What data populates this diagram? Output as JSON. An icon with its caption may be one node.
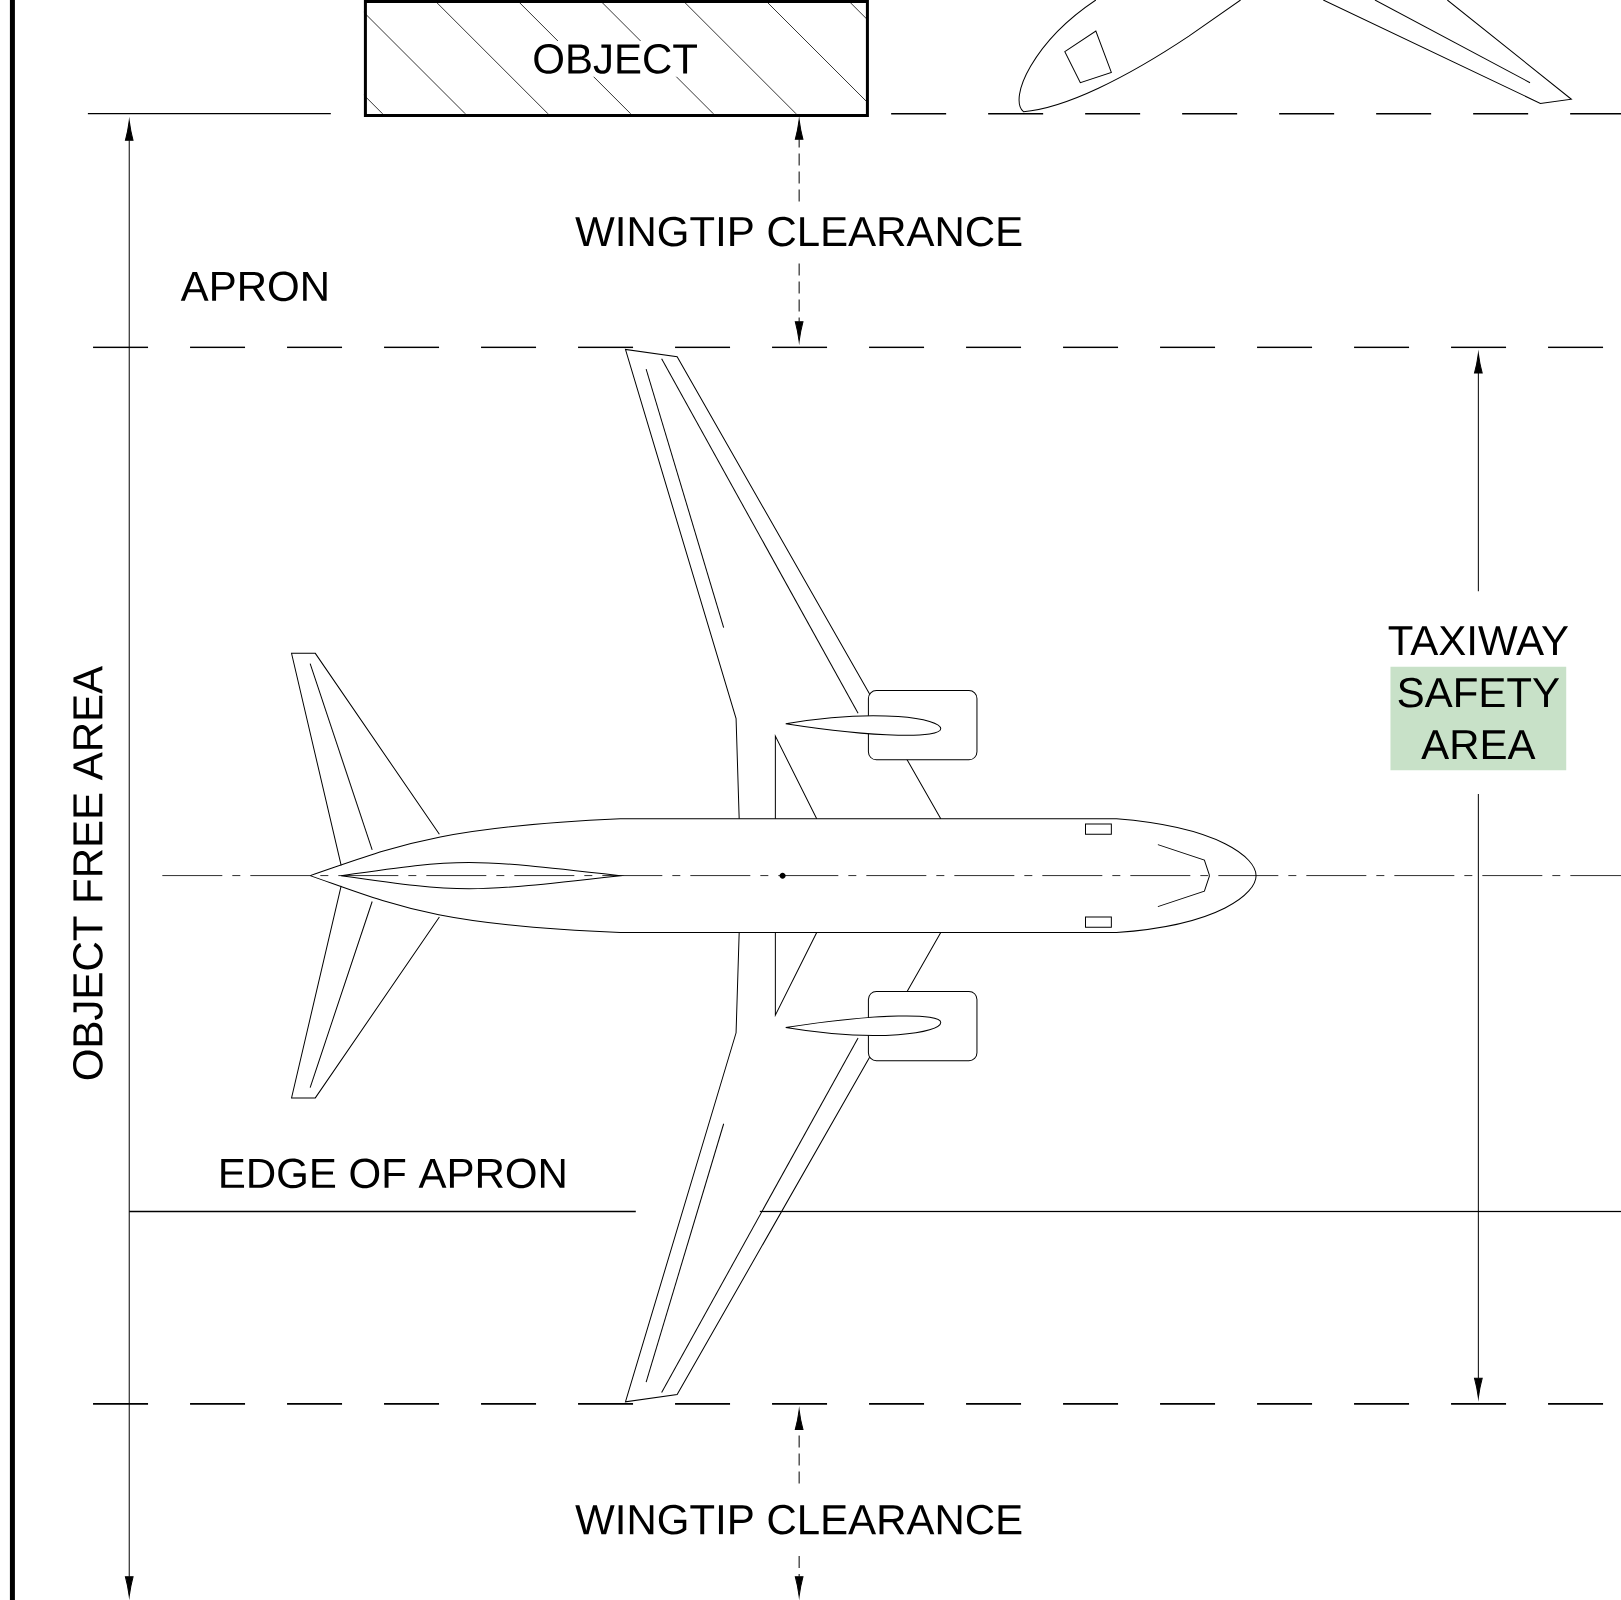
{
  "diagram": {
    "nodes": [
      {
        "text": [
          "OBJECT"
        ]
      }
    ],
    "labels": [
      "WINGTIP CLEARANCE",
      "APRON",
      "TAXIWAY SAFETY AREA",
      "OBJECT FREE AREA",
      "EDGE OF APRON",
      "WINGTIP CLEARANCE"
    ]
  }
}
